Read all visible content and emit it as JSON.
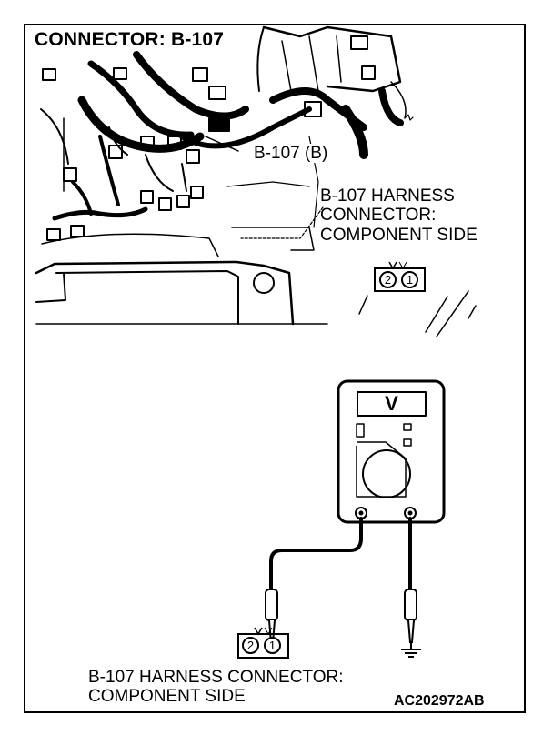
{
  "title": "CONNECTOR: B-107",
  "connector_callout": "B-107 (B)",
  "harness_label_top": [
    "B-107 HARNESS",
    "CONNECTOR:",
    "COMPONENT SIDE"
  ],
  "top_pins": [
    "2",
    "1"
  ],
  "meter_symbol": "V",
  "bottom_pins": [
    "2",
    "1"
  ],
  "harness_label_bottom": [
    "B-107 HARNESS CONNECTOR:",
    "COMPONENT SIDE"
  ],
  "figure_code": "AC202972AB"
}
